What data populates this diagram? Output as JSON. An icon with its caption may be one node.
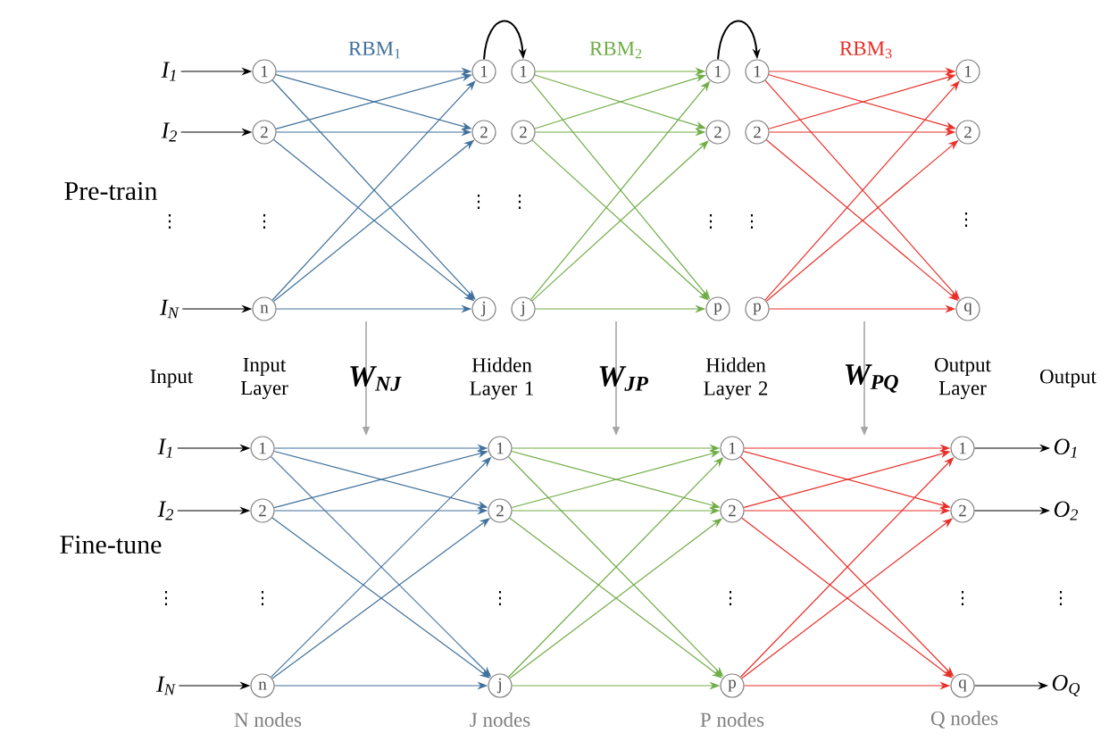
{
  "diagram": {
    "nodes": [
      {
        "text": [
          "I$_{1}$"
        ]
      },
      {
        "text": [
          "I$_{2}$"
        ]
      },
      {
        "text": [
          "I$_{N}$"
        ]
      },
      {
        "text": [
          "1"
        ]
      },
      {
        "text": [
          "2"
        ]
      },
      {
        "text": [
          "n"
        ]
      },
      {
        "text": [
          "1"
        ]
      },
      {
        "text": [
          "2"
        ]
      },
      {
        "text": [
          "j"
        ]
      },
      {
        "text": [
          "1"
        ]
      },
      {
        "text": [
          "2"
        ]
      },
      {
        "text": [
          "j"
        ]
      },
      {
        "text": [
          "1"
        ]
      },
      {
        "text": [
          "2"
        ]
      },
      {
        "text": [
          "p"
        ]
      },
      {
        "text": [
          "1"
        ]
      },
      {
        "text": [
          "2"
        ]
      },
      {
        "text": [
          "p"
        ]
      },
      {
        "text": [
          "1"
        ]
      },
      {
        "text": [
          "2"
        ]
      },
      {
        "text": [
          "q"
        ]
      },
      {
        "text": [
          "I$_{1}$"
        ]
      },
      {
        "text": [
          "I$_{2}$"
        ]
      },
      {
        "text": [
          "I$_{N}$"
        ]
      },
      {
        "text": [
          "1"
        ]
      },
      {
        "text": [
          "2"
        ]
      },
      {
        "text": [
          "n"
        ]
      },
      {
        "text": [
          "1"
        ]
      },
      {
        "text": [
          "2"
        ]
      },
      {
        "text": [
          "j"
        ]
      },
      {
        "text": [
          "1"
        ]
      },
      {
        "text": [
          "2"
        ]
      },
      {
        "text": [
          "p"
        ]
      },
      {
        "text": [
          "1"
        ]
      },
      {
        "text": [
          "2"
        ]
      },
      {
        "text": [
          "q"
        ]
      },
      {
        "text": [
          "O$_{1}$"
        ]
      },
      {
        "text": [
          "O$_{2}$"
        ]
      },
      {
        "text": [
          "O$_{Q}$"
        ]
      }
    ],
    "edges": [
      {
        "from": 0,
        "to": 3,
        "arrow": "to",
        "color": "#000000"
      },
      {
        "from": 1,
        "to": 4,
        "arrow": "to",
        "color": "#000000"
      },
      {
        "from": 2,
        "to": 5,
        "arrow": "to",
        "color": "#000000"
      },
      {
        "from": 3,
        "to": 6,
        "arrow": "to",
        "color": "#41719c"
      },
      {
        "from": 3,
        "to": 7,
        "arrow": "to",
        "color": "#41719c"
      },
      {
        "from": 3,
        "to": 8,
        "arrow": "to",
        "color": "#41719c"
      },
      {
        "from": 4,
        "to": 6,
        "arrow": "to",
        "color": "#41719c"
      },
      {
        "from": 4,
        "to": 7,
        "arrow": "to",
        "color": "#41719c"
      },
      {
        "from": 4,
        "to": 8,
        "arrow": "to",
        "color": "#41719c"
      },
      {
        "from": 5,
        "to": 6,
        "arrow": "to",
        "color": "#41719c"
      },
      {
        "from": 5,
        "to": 7,
        "arrow": "to",
        "color": "#41719c"
      },
      {
        "from": 5,
        "to": 8,
        "arrow": "to",
        "color": "#41719c"
      },
      {
        "from": 6,
        "to": 9,
        "arrow": "to",
        "color": "#000000"
      },
      {
        "from": 9,
        "to": 12,
        "arrow": "to",
        "color": "#70ad47"
      },
      {
        "from": 9,
        "to": 13,
        "arrow": "to",
        "color": "#70ad47"
      },
      {
        "from": 9,
        "to": 14,
        "arrow": "to",
        "color": "#70ad47"
      },
      {
        "from": 10,
        "to": 12,
        "arrow": "to",
        "color": "#70ad47"
      },
      {
        "from": 10,
        "to": 13,
        "arrow": "to",
        "color": "#70ad47"
      },
      {
        "from": 10,
        "to": 14,
        "arrow": "to",
        "color": "#70ad47"
      },
      {
        "from": 11,
        "to": 12,
        "arrow": "to",
        "color": "#70ad47"
      },
      {
        "from": 11,
        "to": 13,
        "arrow": "to",
        "color": "#70ad47"
      },
      {
        "from": 11,
        "to": 14,
        "arrow": "to",
        "color": "#70ad47"
      },
      {
        "from": 12,
        "to": 15,
        "arrow": "to",
        "color": "#000000"
      },
      {
        "from": 15,
        "to": 18,
        "arrow": "to",
        "color": "#e8302a"
      },
      {
        "from": 15,
        "to": 19,
        "arrow": "to",
        "color": "#e8302a"
      },
      {
        "from": 15,
        "to": 20,
        "arrow": "to",
        "color": "#e8302a"
      },
      {
        "from": 16,
        "to": 18,
        "arrow": "to",
        "color": "#e8302a"
      },
      {
        "from": 16,
        "to": 19,
        "arrow": "to",
        "color": "#e8302a"
      },
      {
        "from": 16,
        "to": 20,
        "arrow": "to",
        "color": "#e8302a"
      },
      {
        "from": 17,
        "to": 18,
        "arrow": "to",
        "color": "#e8302a"
      },
      {
        "from": 17,
        "to": 19,
        "arrow": "to",
        "color": "#e8302a"
      },
      {
        "from": 17,
        "to": 20,
        "arrow": "to",
        "color": "#e8302a"
      },
      {
        "from": 21,
        "to": 24,
        "arrow": "to",
        "color": "#000000"
      },
      {
        "from": 22,
        "to": 25,
        "arrow": "to",
        "color": "#000000"
      },
      {
        "from": 23,
        "to": 26,
        "arrow": "to",
        "color": "#000000"
      },
      {
        "from": 24,
        "to": 27,
        "arrow": "to",
        "color": "#41719c"
      },
      {
        "from": 24,
        "to": 28,
        "arrow": "to",
        "color": "#41719c"
      },
      {
        "from": 24,
        "to": 29,
        "arrow": "to",
        "color": "#41719c"
      },
      {
        "from": 25,
        "to": 27,
        "arrow": "to",
        "color": "#41719c"
      },
      {
        "from": 25,
        "to": 28,
        "arrow": "to",
        "color": "#41719c"
      },
      {
        "from": 25,
        "to": 29,
        "arrow": "to",
        "color": "#41719c"
      },
      {
        "from": 26,
        "to": 27,
        "arrow": "to",
        "color": "#41719c"
      },
      {
        "from": 26,
        "to": 28,
        "arrow": "to",
        "color": "#41719c"
      },
      {
        "from": 26,
        "to": 29,
        "arrow": "to",
        "color": "#41719c"
      },
      {
        "from": 27,
        "to": 30,
        "arrow": "to",
        "color": "#70ad47"
      },
      {
        "from": 27,
        "to": 31,
        "arrow": "to",
        "color": "#70ad47"
      },
      {
        "from": 27,
        "to": 32,
        "arrow": "to",
        "color": "#70ad47"
      },
      {
        "from": 28,
        "to": 30,
        "arrow": "to",
        "color": "#70ad47"
      },
      {
        "from": 28,
        "to": 31,
        "arrow": "to",
        "color": "#70ad47"
      },
      {
        "from": 28,
        "to": 32,
        "arrow": "to",
        "color": "#70ad47"
      },
      {
        "from": 29,
        "to": 30,
        "arrow": "to",
        "color": "#70ad47"
      },
      {
        "from": 29,
        "to": 31,
        "arrow": "to",
        "color": "#70ad47"
      },
      {
        "from": 29,
        "to": 32,
        "arrow": "to",
        "color": "#70ad47"
      },
      {
        "from": 30,
        "to": 33,
        "arrow": "to",
        "color": "#e8302a"
      },
      {
        "from": 30,
        "to": 34,
        "arrow": "to",
        "color": "#e8302a"
      },
      {
        "from": 30,
        "to": 35,
        "arrow": "to",
        "color": "#e8302a"
      },
      {
        "from": 31,
        "to": 33,
        "arrow": "to",
        "color": "#e8302a"
      },
      {
        "from": 31,
        "to": 34,
        "arrow": "to",
        "color": "#e8302a"
      },
      {
        "from": 31,
        "to": 35,
        "arrow": "to",
        "color": "#e8302a"
      },
      {
        "from": 32,
        "to": 33,
        "arrow": "to",
        "color": "#e8302a"
      },
      {
        "from": 32,
        "to": 34,
        "arrow": "to",
        "color": "#e8302a"
      },
      {
        "from": 32,
        "to": 35,
        "arrow": "to",
        "color": "#e8302a"
      },
      {
        "from": 33,
        "to": 36,
        "arrow": "to",
        "color": "#000000"
      },
      {
        "from": 34,
        "to": 37,
        "arrow": "to",
        "color": "#000000"
      },
      {
        "from": 35,
        "to": 38,
        "arrow": "to",
        "color": "#000000"
      }
    ],
    "labels": [
      "RBM$_{1}$",
      "RBM$_{2}$",
      "RBM$_{3}$",
      "Pre-train",
      "⋮",
      "⋮",
      "⋮",
      "⋮",
      "⋮",
      "⋮",
      "⋮",
      "Input",
      "Input Layer",
      "W$_{NJ}$",
      "Hidden Layer 1",
      "W$_{JP}$",
      "Hidden Layer 2",
      "W$_{PQ}$",
      "Output Layer",
      "Output",
      "Fine-tune",
      "⋮",
      "⋮",
      "⋮",
      "⋮",
      "⋮",
      "⋮",
      "N nodes",
      "J nodes",
      "P nodes",
      "Q nodes"
    ]
  }
}
